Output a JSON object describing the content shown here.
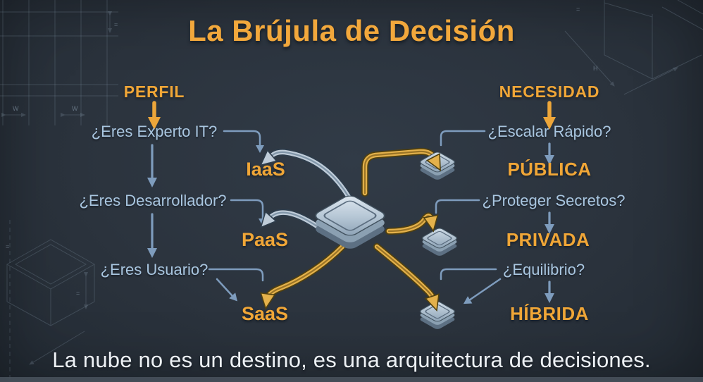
{
  "title": "La Brújula de Decisión",
  "caption": "La nube no es un destino, es una arquitectura de decisiones.",
  "perfil": {
    "header": "PERFIL",
    "questions": [
      "¿Eres Experto IT?",
      "¿Eres Desarrollador?",
      "¿Eres Usuario?"
    ]
  },
  "servicios": {
    "items": [
      "IaaS",
      "PaaS",
      "SaaS"
    ]
  },
  "necesidad": {
    "header": "NECESIDAD",
    "questions": [
      "¿Escalar Rápido?",
      "¿Proteger Secretos?",
      "¿Equilibrio?"
    ],
    "answers": [
      "PÚBLICA",
      "PRIVADA",
      "HÍBRIDA"
    ]
  },
  "blueprint": {
    "width_label": "W",
    "height_label": "H",
    "equal_label": "="
  },
  "colors": {
    "background": "#2b333d",
    "accent_orange": "#f0a637",
    "question_blue": "#a9c6e0",
    "line_blue": "#7e9cbd",
    "pipe_gold": "#e4b14b",
    "pipe_silver": "#bfccd9",
    "caption_white": "#edf1f5"
  }
}
